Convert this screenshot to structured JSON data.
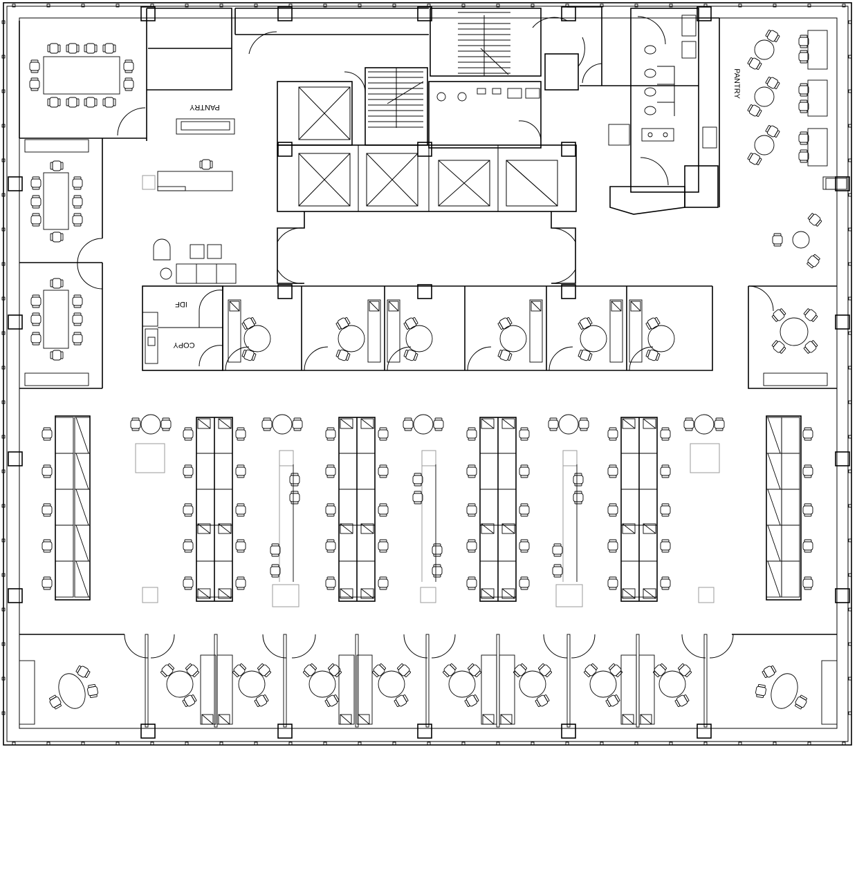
{
  "labels": {
    "pantry_main": "PANTRY",
    "pantry_east": "PANTRY",
    "idf": "IDF",
    "copy": "COPY"
  }
}
